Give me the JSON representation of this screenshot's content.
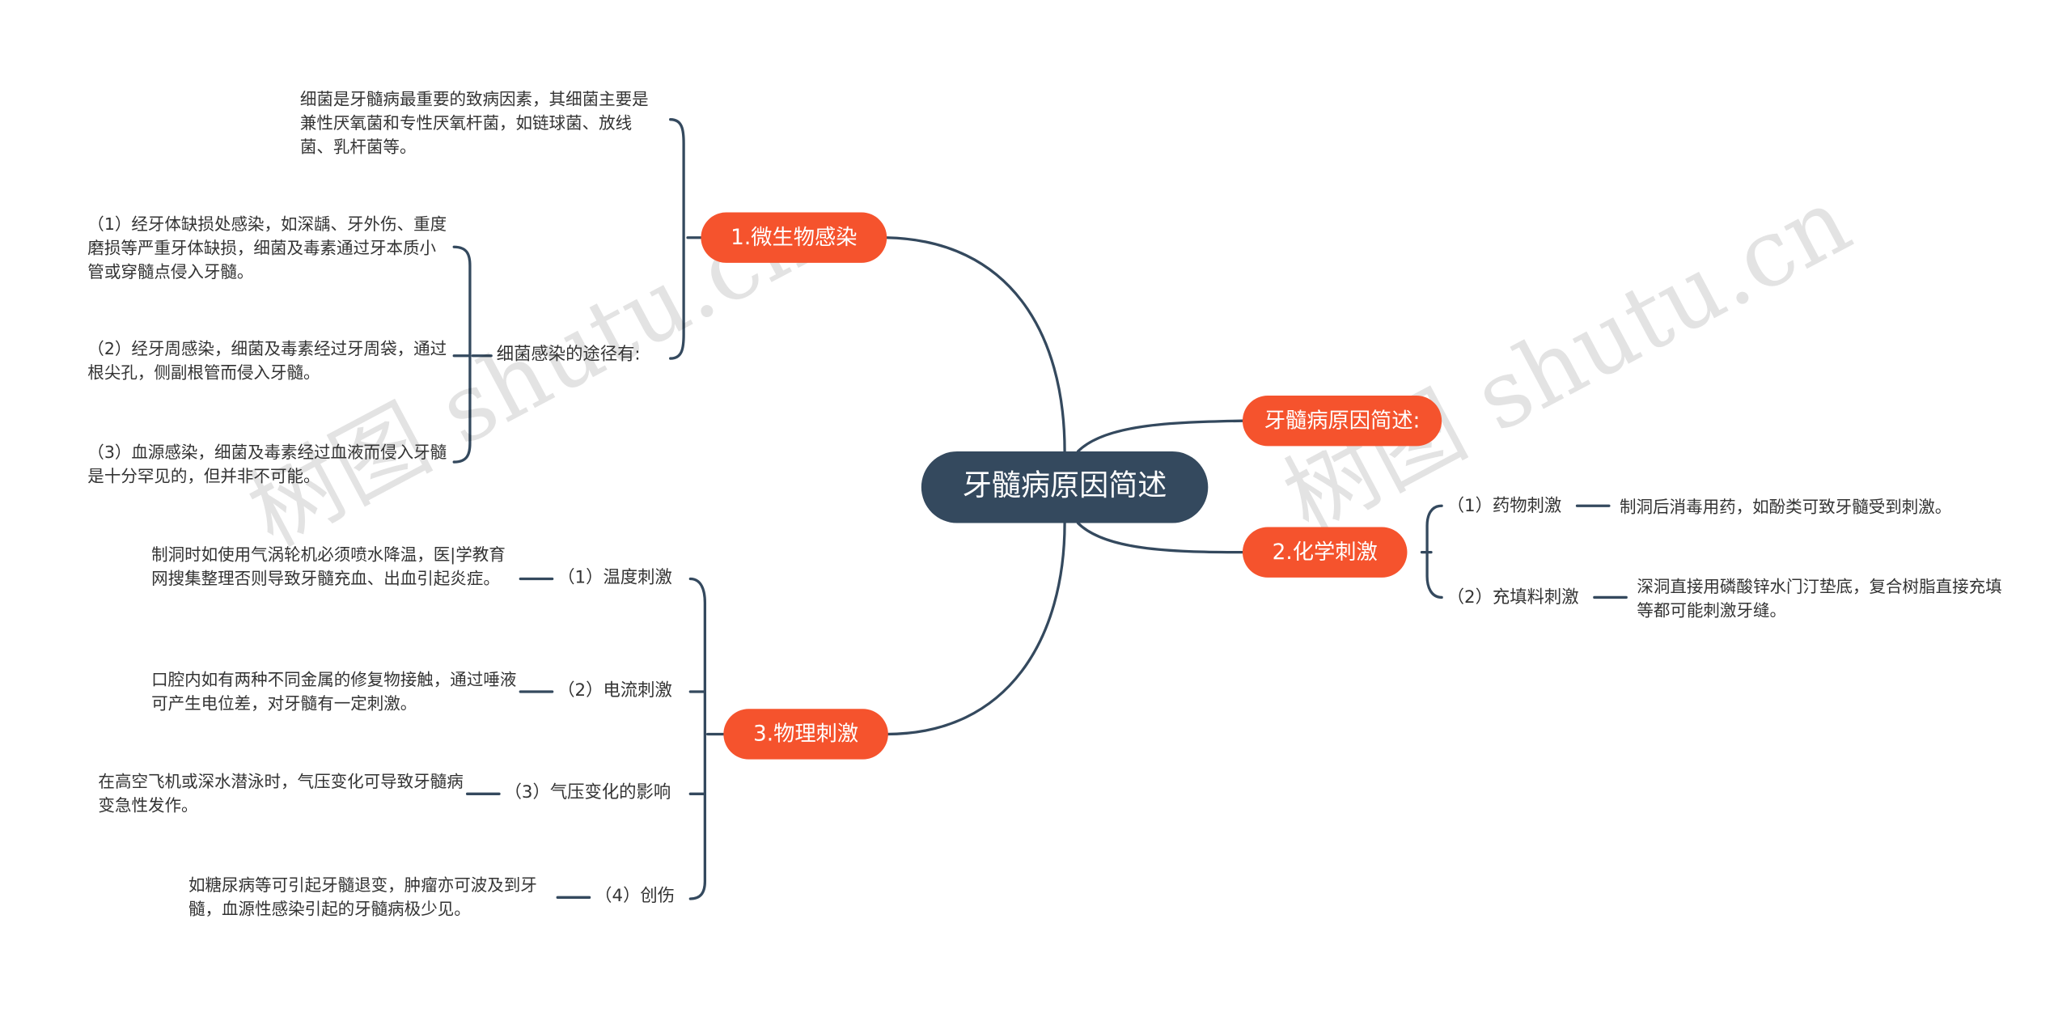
{
  "root": {
    "label": "牙髓病原因简述"
  },
  "branches": {
    "micro": {
      "label": "1.微生物感染",
      "intro": "细菌是牙髓病最重要的致病因素，其细菌主要是兼性厌氧菌和专性厌氧杆菌，如链球菌、放线菌、乳杆菌等。",
      "route_label": "细菌感染的途径有:",
      "routes": [
        "（1）经牙体缺损处感染，如深龋、牙外伤、重度磨损等严重牙体缺损，细菌及毒素通过牙本质小管或穿髓点侵入牙髓。",
        "（2）经牙周感染，细菌及毒素经过牙周袋，通过根尖孔，侧副根管而侵入牙髓。",
        "（3）血源感染，细菌及毒素经过血液而侵入牙髓是十分罕见的，但并非不可能。"
      ]
    },
    "summary": {
      "label": "牙髓病原因简述:"
    },
    "chemical": {
      "label": "2.化学刺激",
      "items": [
        {
          "label": "（1）药物刺激",
          "text": "制洞后消毒用药，如酚类可致牙髓受到刺激。"
        },
        {
          "label": "（2）充填料刺激",
          "text": "深洞直接用磷酸锌水门汀垫底，复合树脂直接充填等都可能刺激牙缝。"
        }
      ]
    },
    "physical": {
      "label": "3.物理刺激",
      "items": [
        {
          "label": "（1）温度刺激",
          "text": "制洞时如使用气涡轮机必须喷水降温，医|学教育网搜集整理否则导致牙髓充血、出血引起炎症。"
        },
        {
          "label": "（2）电流刺激",
          "text": "口腔内如有两种不同金属的修复物接触，通过唾液可产生电位差，对牙髓有一定刺激。"
        },
        {
          "label": "（3）气压变化的影响",
          "text": "在高空飞机或深水潜泳时，气压变化可导致牙髓病变急性发作。"
        },
        {
          "label": "（4）创伤",
          "text": "如糖尿病等可引起牙髓退变，肿瘤亦可波及到牙髓，血源性感染引起的牙髓病极少见。"
        }
      ]
    }
  },
  "watermarks": [
    "树图 shutu.cn",
    "树图 shutu.cn"
  ],
  "colors": {
    "root_bg": "#34495e",
    "branch_bg": "#f5532d",
    "line": "#34495e"
  }
}
